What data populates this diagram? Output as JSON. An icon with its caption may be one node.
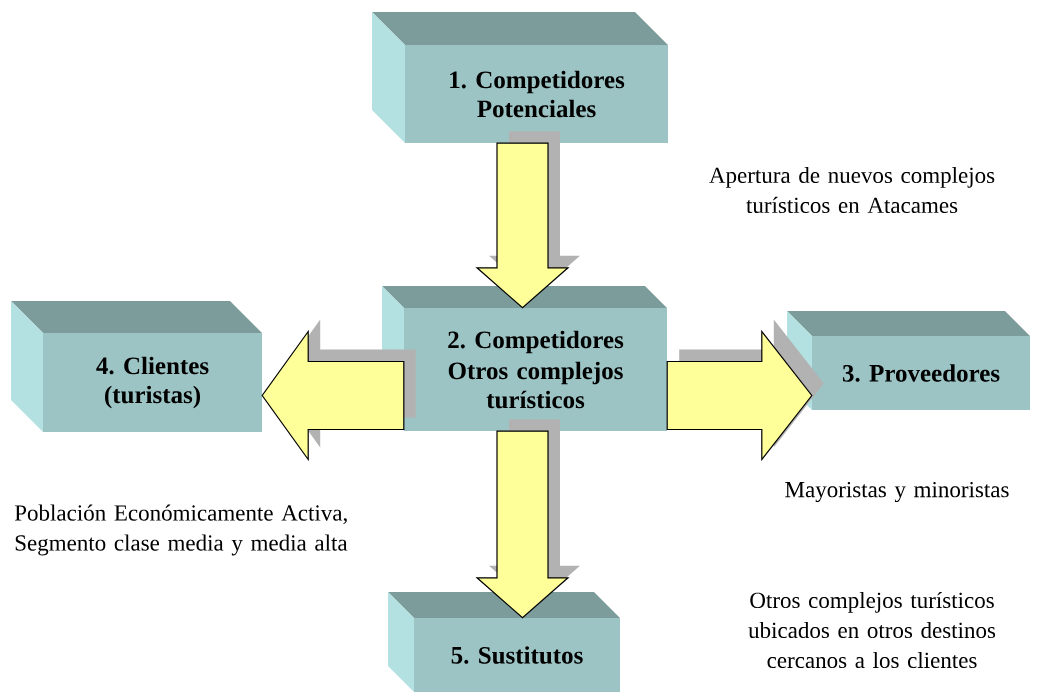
{
  "diagram": {
    "nodes": [
      {
        "text": [
          "1. Competidores Potenciales"
        ],
        "beside": [
          "Apertura de nuevos complejos turísticos en Atacames"
        ]
      },
      {
        "text": [
          "4. Clientes (turistas)"
        ],
        "beside": [
          "Población  Económicamente Activa, Segmento clase media y media alta"
        ]
      },
      {
        "text": [
          "2. Competidores",
          "Otros complejos turísticos"
        ]
      },
      {
        "text": [
          "3. Proveedores"
        ],
        "beside": [
          "Mayoristas y minoristas"
        ]
      },
      {
        "text": [
          "5. Sustitutos"
        ]
      }
    ],
    "labels": [
      "Otros complejos turísticos ubicados en otros destinos cercanos a los clientes"
    ],
    "edges": [
      {
        "from": 0,
        "to": 2,
        "arrow": "to"
      },
      {
        "from": 2,
        "to": 1,
        "arrow": "to"
      },
      {
        "from": 2,
        "to": 3,
        "arrow": "to"
      },
      {
        "from": 2,
        "to": 4,
        "arrow": "to"
      }
    ]
  }
}
